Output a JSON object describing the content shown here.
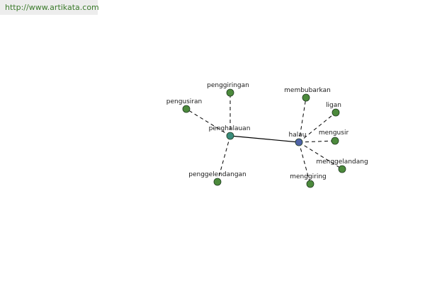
{
  "source": {
    "url": "http://www.artikata.com"
  },
  "colors": {
    "leaf_node": "#4c8a3c",
    "hub_node_main": "#4f63a8",
    "hub_node_secondary": "#3a8c7c",
    "node_stroke": "#1e3a1e",
    "edge": "#000000"
  },
  "graph": {
    "nodes": [
      {
        "id": "halau",
        "label": "halau",
        "kind": "main"
      },
      {
        "id": "penghalauan",
        "label": "penghalauan",
        "kind": "secondary"
      },
      {
        "id": "penggiringan",
        "label": "penggiringan",
        "kind": "leaf"
      },
      {
        "id": "pengusiran",
        "label": "pengusiran",
        "kind": "leaf"
      },
      {
        "id": "penggelendangan",
        "label": "penggelendangan",
        "kind": "leaf"
      },
      {
        "id": "membubarkan",
        "label": "membubarkan",
        "kind": "leaf"
      },
      {
        "id": "ligan",
        "label": "ligan",
        "kind": "leaf"
      },
      {
        "id": "mengusir",
        "label": "mengusir",
        "kind": "leaf"
      },
      {
        "id": "menggelandang",
        "label": "menggelandang",
        "kind": "leaf"
      },
      {
        "id": "menggiring",
        "label": "menggiring",
        "kind": "leaf"
      }
    ],
    "edges": [
      {
        "from": "halau",
        "to": "penghalauan",
        "style": "solid"
      },
      {
        "from": "penghalauan",
        "to": "penggiringan",
        "style": "dashed"
      },
      {
        "from": "penghalauan",
        "to": "pengusiran",
        "style": "dashed"
      },
      {
        "from": "penghalauan",
        "to": "penggelendangan",
        "style": "dashed"
      },
      {
        "from": "halau",
        "to": "membubarkan",
        "style": "dashed"
      },
      {
        "from": "halau",
        "to": "ligan",
        "style": "dashed"
      },
      {
        "from": "halau",
        "to": "mengusir",
        "style": "dashed"
      },
      {
        "from": "halau",
        "to": "menggelandang",
        "style": "dashed"
      },
      {
        "from": "halau",
        "to": "menggiring",
        "style": "dashed"
      }
    ]
  }
}
